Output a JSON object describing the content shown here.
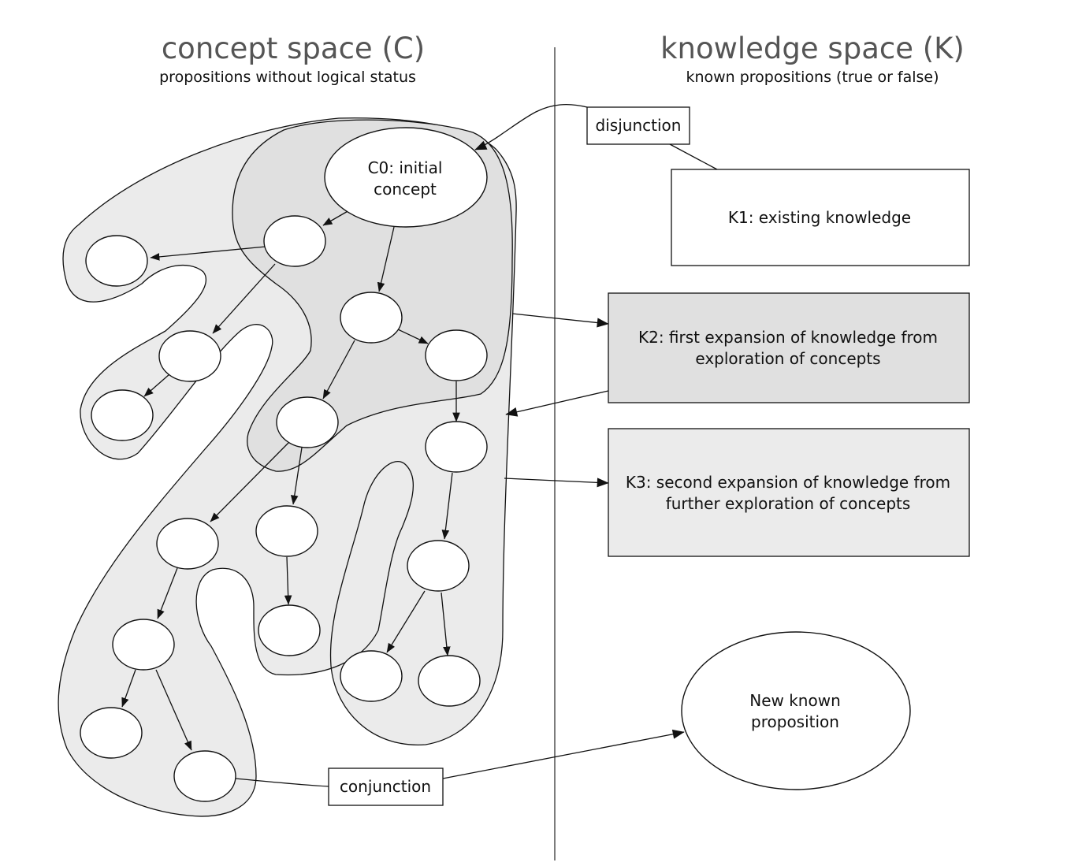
{
  "left_panel": {
    "title": "concept space (C)",
    "subtitle": "propositions without logical status"
  },
  "right_panel": {
    "title": "knowledge space (K)",
    "subtitle": "known propositions (true or false)"
  },
  "concepts": {
    "c0_line1": "C0: initial",
    "c0_line2": "concept"
  },
  "operators": {
    "disjunction": "disjunction",
    "conjunction": "conjunction"
  },
  "knowledge": {
    "k1": "K1: existing knowledge",
    "k2_line1": "K2: first expansion of knowledge from",
    "k2_line2": "exploration of concepts",
    "k3_line1": "K3: second expansion of knowledge from",
    "k3_line2": "further exploration of concepts",
    "new_line1": "New known",
    "new_line2": "proposition"
  },
  "colors": {
    "k1_fill": "#ffffff",
    "k2_fill": "#e0e0e0",
    "k3_fill": "#ebebeb",
    "outer_region": "#ebebeb",
    "inner_region": "#e0e0e0"
  }
}
